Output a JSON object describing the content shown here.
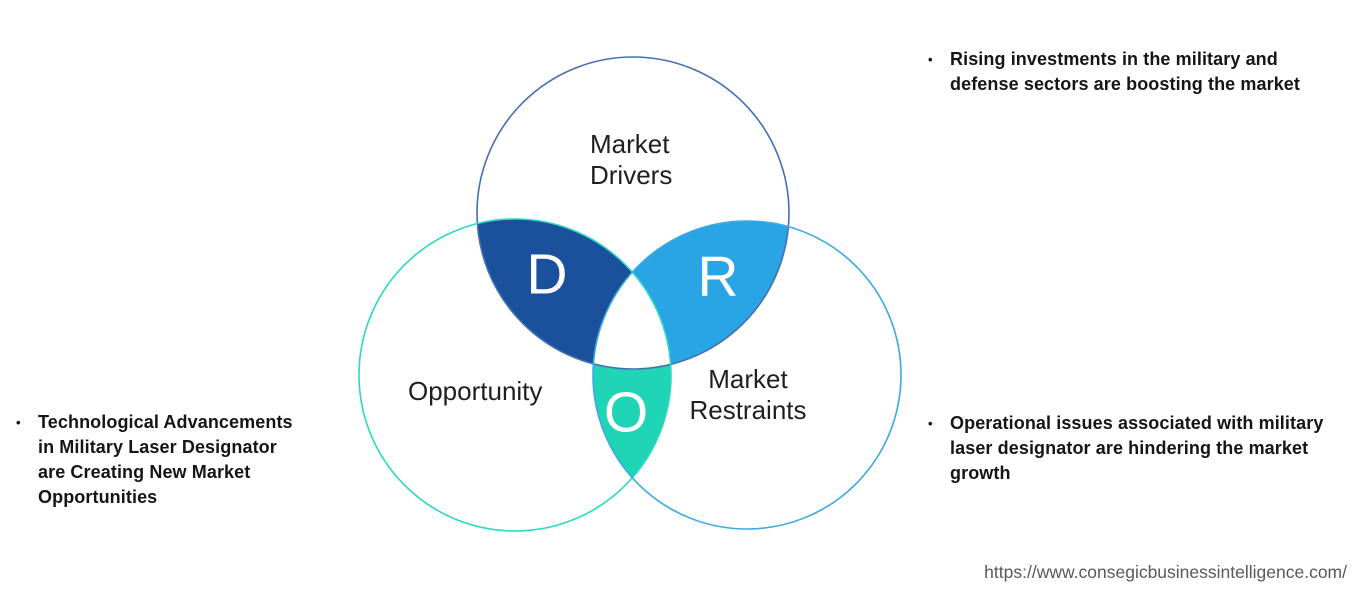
{
  "ui": {
    "bullet_char": "•",
    "background_color": "#ffffff",
    "center_overlap_color": "#ffffff"
  },
  "venn": {
    "drivers": {
      "label": "Market Drivers",
      "letter": "D",
      "stroke_color": "#4470b2",
      "lens_color": "#1b509c"
    },
    "restraints": {
      "label": "Market Restraints",
      "letter": "R",
      "stroke_color": "#3baae2",
      "lens_color": "#29a4e4"
    },
    "opportunity": {
      "label": "Opportunity",
      "letter": "O",
      "stroke_color": "#2bd9c2",
      "lens_color": "#20d5b6"
    }
  },
  "annotations": {
    "drivers": "Rising investments in the military and defense sectors are boosting the market",
    "opportunity": "Technological Advancements in Military Laser Designator are Creating New Market Opportunities",
    "restraints": "Operational issues associated with military laser designator are hindering the market growth"
  },
  "footer": {
    "url": "https://www.consegicbusinessintelligence.com/"
  }
}
